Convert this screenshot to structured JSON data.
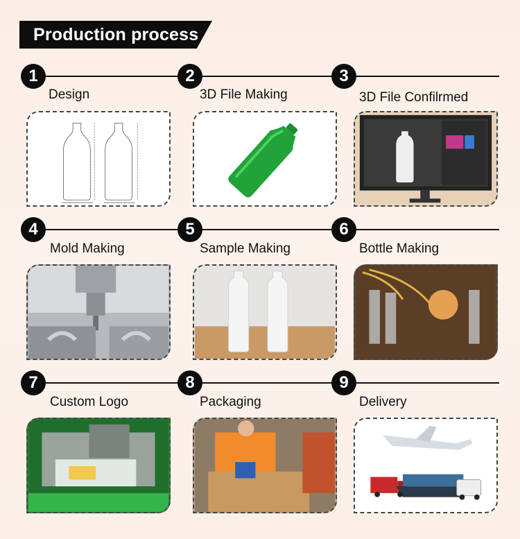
{
  "header": {
    "title": "Production process"
  },
  "steps": [
    {
      "number": "1",
      "label": "Design"
    },
    {
      "number": "2",
      "label": "3D File Making"
    },
    {
      "number": "3",
      "label": "3D File Confilrmed"
    },
    {
      "number": "4",
      "label": "Mold Making"
    },
    {
      "number": "5",
      "label": "Sample Making"
    },
    {
      "number": "6",
      "label": "Bottle Making"
    },
    {
      "number": "7",
      "label": "Custom Logo"
    },
    {
      "number": "8",
      "label": "Packaging"
    },
    {
      "number": "9",
      "label": "Delivery"
    }
  ],
  "colors": {
    "banner": "#0d0d0d",
    "page_background": "#fbeee6",
    "bottle_green": "#21a33a"
  }
}
